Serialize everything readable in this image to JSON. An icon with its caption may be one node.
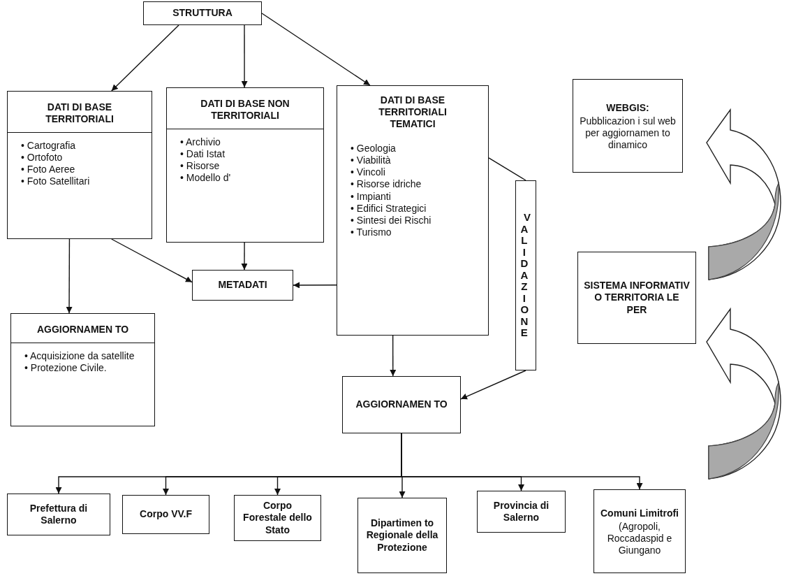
{
  "diagram": {
    "nodes": [
      {
        "text": [
          "STRUTTURA"
        ]
      },
      {
        "text": [
          "DATI DI BASE TERRITORIALI",
          "• Cartografia",
          "• Ortofoto",
          "• Foto Aeree",
          "• Foto Satellitari"
        ]
      },
      {
        "text": [
          "DATI DI BASE NON TERRITORIALI",
          "• Archivio",
          "• Dati Istat",
          "• Risorse",
          "• Modello d'"
        ]
      },
      {
        "text": [
          "DATI DI BASE TERRITORIALI TEMATICI",
          "• Geologia",
          "• Viabilità",
          "• Vincoli",
          "• Risorse idriche",
          "• Impianti",
          "• Edifici Strategici",
          "• Sintesi dei Rischi",
          "• Turismo"
        ]
      },
      {
        "text": [
          "WEBGIS:",
          "Pubblicazion i sul web per aggiornamen to dinamico"
        ]
      },
      {
        "text": [
          "VALIDAZIONE"
        ]
      },
      {
        "text": [
          "METADATI"
        ]
      },
      {
        "text": [
          "SISTEMA INFORMATIV O TERRITORIA LE PER"
        ]
      },
      {
        "text": [
          "AGGIORNAMEN TO",
          "• Acquisizione da satellite",
          "• Protezione Civile."
        ]
      },
      {
        "text": [
          "AGGIORNAMEN TO"
        ]
      },
      {
        "text": [
          "Prefettura di Salerno"
        ]
      },
      {
        "text": [
          "Corpo VV.F"
        ]
      },
      {
        "text": [
          "Corpo Forestale dello Stato"
        ]
      },
      {
        "text": [
          "Dipartimen to Regionale della Protezione"
        ]
      },
      {
        "text": [
          "Provincia di Salerno"
        ]
      },
      {
        "text": [
          "Comuni Limitrofi",
          "(Agropoli, Roccadaspid e Giungano"
        ]
      }
    ],
    "edges": [
      {
        "from": 0,
        "to": 1,
        "arrow": "to"
      },
      {
        "from": 0,
        "to": 2,
        "arrow": "to"
      },
      {
        "from": 0,
        "to": 3,
        "arrow": "to"
      },
      {
        "from": 1,
        "to": 6,
        "arrow": "to"
      },
      {
        "from": 2,
        "to": 6,
        "arrow": "to"
      },
      {
        "from": 3,
        "to": 6,
        "arrow": "to"
      },
      {
        "from": 1,
        "to": 8,
        "arrow": "to"
      },
      {
        "from": 3,
        "to": 5,
        "arrow": "none"
      },
      {
        "from": 3,
        "to": 9,
        "arrow": "to"
      },
      {
        "from": 5,
        "to": 9,
        "arrow": "to"
      },
      {
        "from": 9,
        "to": 10,
        "arrow": "to"
      },
      {
        "from": 9,
        "to": 11,
        "arrow": "to"
      },
      {
        "from": 9,
        "to": 12,
        "arrow": "to"
      },
      {
        "from": 9,
        "to": 13,
        "arrow": "to"
      },
      {
        "from": 9,
        "to": 14,
        "arrow": "to"
      },
      {
        "from": 9,
        "to": 15,
        "arrow": "to"
      }
    ]
  }
}
